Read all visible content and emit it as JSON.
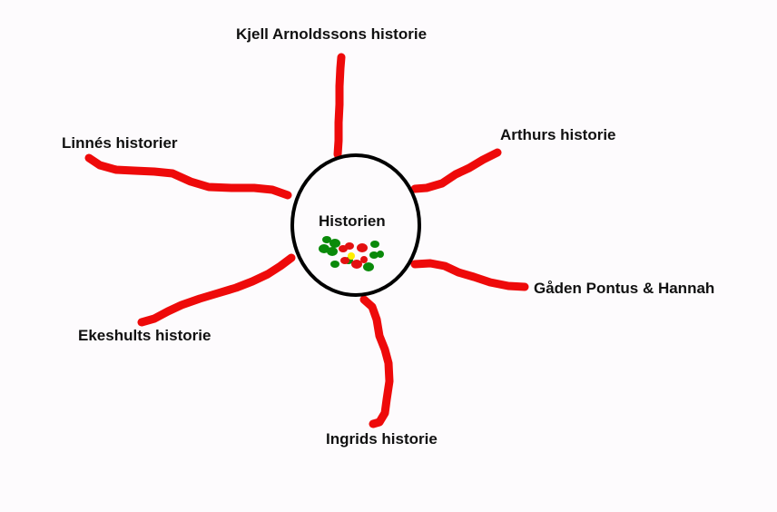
{
  "center": {
    "label": "Historien"
  },
  "branches": [
    {
      "label": "Kjell Arnoldssons historie"
    },
    {
      "label": "Arthurs historie"
    },
    {
      "label": "Linnés historier"
    },
    {
      "label": "Gåden Pontus & Hannah"
    },
    {
      "label": "Ekeshults historie"
    },
    {
      "label": "Ingrids historie"
    }
  ],
  "colors": {
    "background": "#fdfbfd",
    "branch": "#ee0a0a",
    "outline": "#000000",
    "leaf": "#0a8a0a",
    "berry": "#e31010",
    "center_dot": "#ffee00"
  }
}
